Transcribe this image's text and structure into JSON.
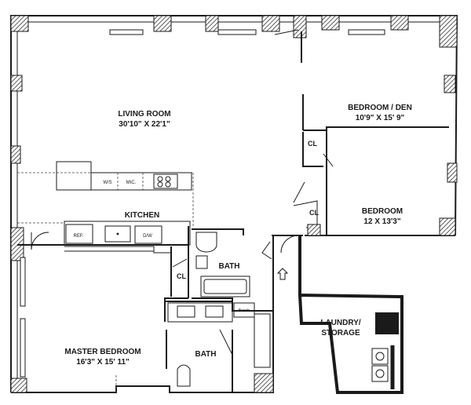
{
  "rooms": {
    "living_room": {
      "name": "LIVING ROOM",
      "dims": "30'10\" X 22'1\""
    },
    "bedroom_den": {
      "name": "BEDROOM / DEN",
      "dims": "10'9\" X 15' 9\""
    },
    "bedroom": {
      "name": "BEDROOM",
      "dims": "12 X 13'3\""
    },
    "kitchen": {
      "name": "KITCHEN"
    },
    "master_bedroom": {
      "name": "MASTER BEDROOM",
      "dims": "16'3\" X 15' 11\""
    },
    "bath_upper": {
      "name": "BATH"
    },
    "bath_lower": {
      "name": "BATH"
    },
    "laundry": {
      "line1": "LAUNDRY/",
      "line2": "STORAGE"
    }
  },
  "closets": {
    "cl1": "CL",
    "cl2": "CL",
    "cl3": "CL"
  },
  "fixtures": {
    "ref": "REF.",
    "dw": "D/W",
    "ws": "W/S",
    "mic": "MIC.",
    "bench": "Bench"
  }
}
